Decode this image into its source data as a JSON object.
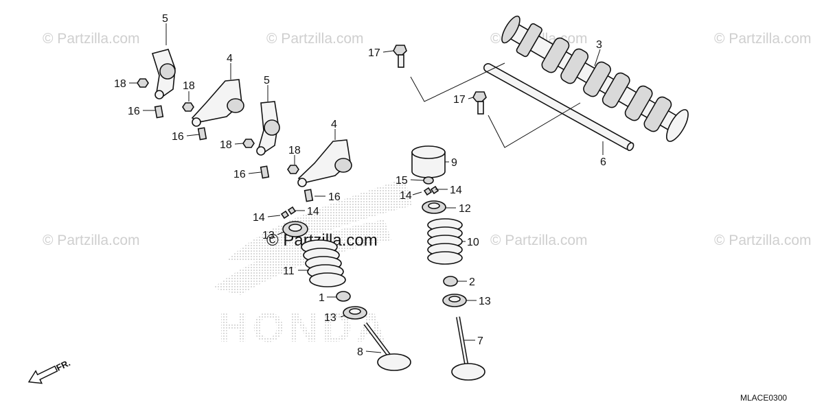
{
  "watermarks": {
    "text": "© Partzilla.com",
    "center_text": "© Partzilla.com"
  },
  "logo": {
    "text": "HONDA"
  },
  "diagram_code": "MLACE0300",
  "direction_label": "FR.",
  "callouts": [
    {
      "id": "c5a",
      "label": "5"
    },
    {
      "id": "c18a",
      "label": "18"
    },
    {
      "id": "c16a",
      "label": "16"
    },
    {
      "id": "c4a",
      "label": "4"
    },
    {
      "id": "c18b",
      "label": "18"
    },
    {
      "id": "c16b",
      "label": "16"
    },
    {
      "id": "c5b",
      "label": "5"
    },
    {
      "id": "c18c",
      "label": "18"
    },
    {
      "id": "c16c",
      "label": "16"
    },
    {
      "id": "c4b",
      "label": "4"
    },
    {
      "id": "c18d",
      "label": "18"
    },
    {
      "id": "c16d",
      "label": "16"
    },
    {
      "id": "c14a",
      "label": "14"
    },
    {
      "id": "c14b",
      "label": "14"
    },
    {
      "id": "c13a",
      "label": "13"
    },
    {
      "id": "c11",
      "label": "11"
    },
    {
      "id": "c1",
      "label": "1"
    },
    {
      "id": "c13b",
      "label": "13"
    },
    {
      "id": "c8",
      "label": "8"
    },
    {
      "id": "c17a",
      "label": "17"
    },
    {
      "id": "c17b",
      "label": "17"
    },
    {
      "id": "c3",
      "label": "3"
    },
    {
      "id": "c6",
      "label": "6"
    },
    {
      "id": "c9",
      "label": "9"
    },
    {
      "id": "c15",
      "label": "15"
    },
    {
      "id": "c14c",
      "label": "14"
    },
    {
      "id": "c14d",
      "label": "14"
    },
    {
      "id": "c12",
      "label": "12"
    },
    {
      "id": "c10",
      "label": "10"
    },
    {
      "id": "c2",
      "label": "2"
    },
    {
      "id": "c13c",
      "label": "13"
    },
    {
      "id": "c7",
      "label": "7"
    }
  ]
}
